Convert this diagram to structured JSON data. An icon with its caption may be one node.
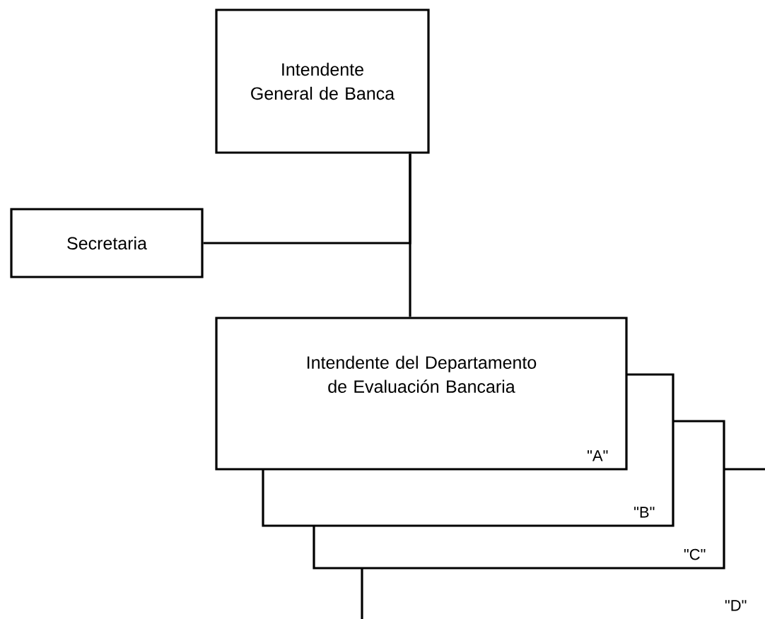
{
  "diagram": {
    "nodes": [
      {
        "text": [
          "Intendente General de Banca"
        ]
      },
      {
        "text": [
          "Secretaria"
        ]
      },
      {
        "text": [
          "Intendente del Departamento de Evaluación Bancaria",
          "\"A\""
        ]
      },
      {
        "text": [
          "\"B\""
        ]
      },
      {
        "text": [
          "\"C\""
        ]
      },
      {
        "text": [
          "\"D\""
        ]
      }
    ],
    "edges": [
      {
        "from": 0,
        "to": 2,
        "arrow": "none"
      },
      {
        "from": 0,
        "to": 1,
        "arrow": "none"
      }
    ]
  }
}
